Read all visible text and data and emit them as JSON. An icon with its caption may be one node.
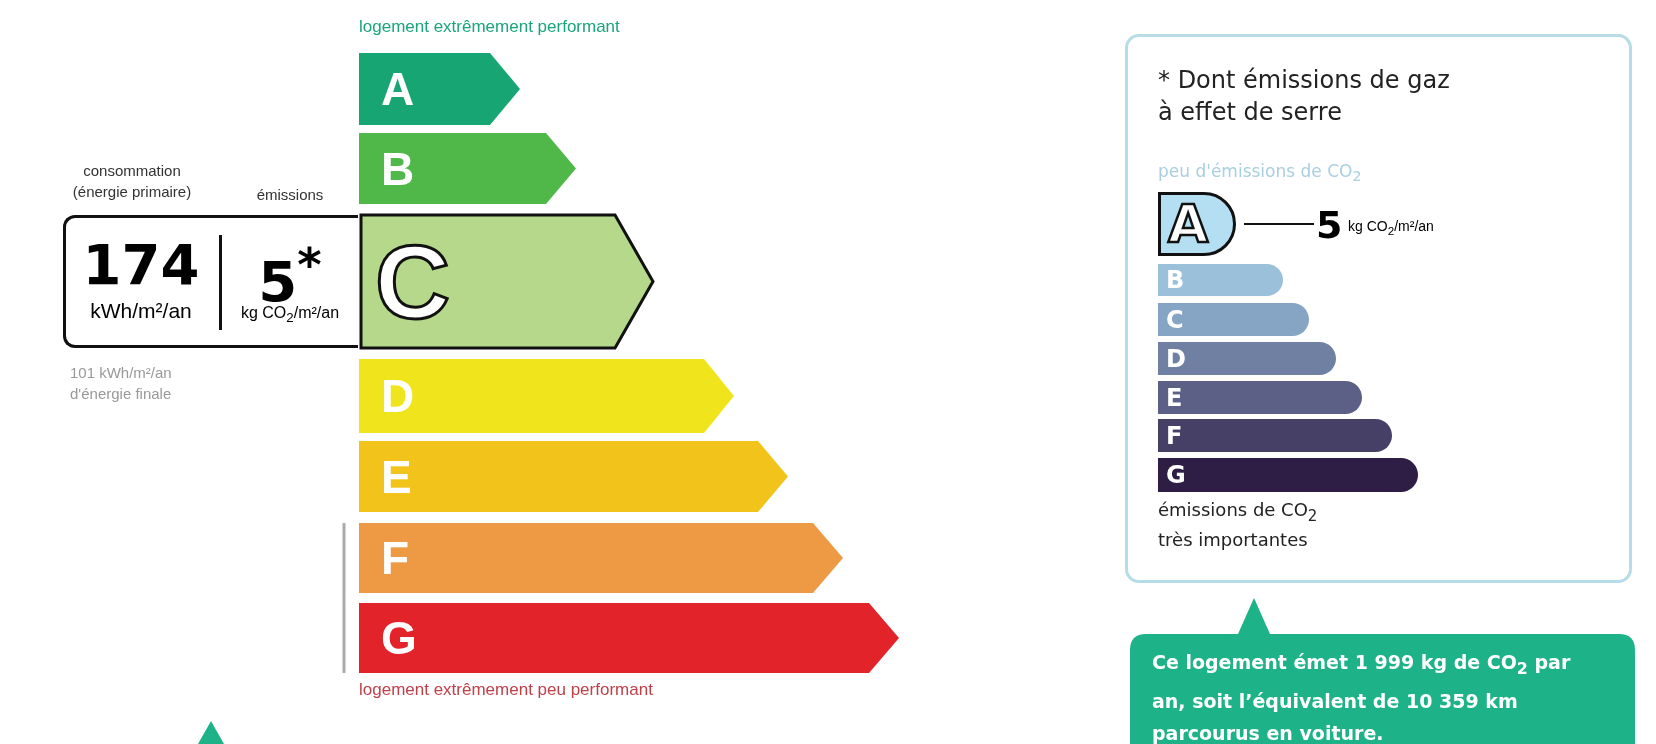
{
  "diagram": {
    "nodes": [
      {
        "text": [
          "A"
        ],
        "beside": [
          "logement extrêmement performant"
        ]
      },
      {
        "text": [
          "B"
        ]
      },
      {
        "text": [
          "C"
        ]
      },
      {
        "text": [
          "D"
        ]
      },
      {
        "text": [
          "E"
        ]
      },
      {
        "text": [
          "F"
        ]
      },
      {
        "text": [
          "G"
        ],
        "beside": [
          "logement extrêmement peu performant"
        ]
      },
      {
        "text": [
          "174",
          "kWh/m²/an",
          "5$^{*}$",
          "kg CO$_{2}$/m²/an"
        ]
      },
      {
        "text": [
          "* Dont émissions de gaz à effet de serre",
          "peu d'émissions de CO$_{2}$",
          "émissions de CO$_{2}$ très importantes"
        ]
      },
      {
        "text": [
          "A"
        ],
        "in": 8
      },
      {
        "text": [
          "B"
        ],
        "in": 8
      },
      {
        "text": [
          "C"
        ],
        "in": 8
      },
      {
        "text": [
          "D"
        ],
        "in": 8
      },
      {
        "text": [
          "E"
        ],
        "in": 8
      },
      {
        "text": [
          "F"
        ],
        "in": 8
      },
      {
        "text": [
          "G"
        ],
        "in": 8
      },
      {
        "text": [
          "5",
          "kg CO$_{2}$/m²/an"
        ],
        "in": 8
      },
      {
        "text": [
          "Ce logement émet 1 999 kg de CO$_{2}$ par an, soit l’équivalent de 10 359 km parcourus en voiture."
        ]
      }
    ],
    "edges": [
      {
        "from": 9,
        "to": 16,
        "arrow": "none"
      }
    ],
    "labels": [
      "consommation (énergie primaire)",
      "émissions",
      "101 kWh/m²/an d'énergie finale"
    ]
  }
}
